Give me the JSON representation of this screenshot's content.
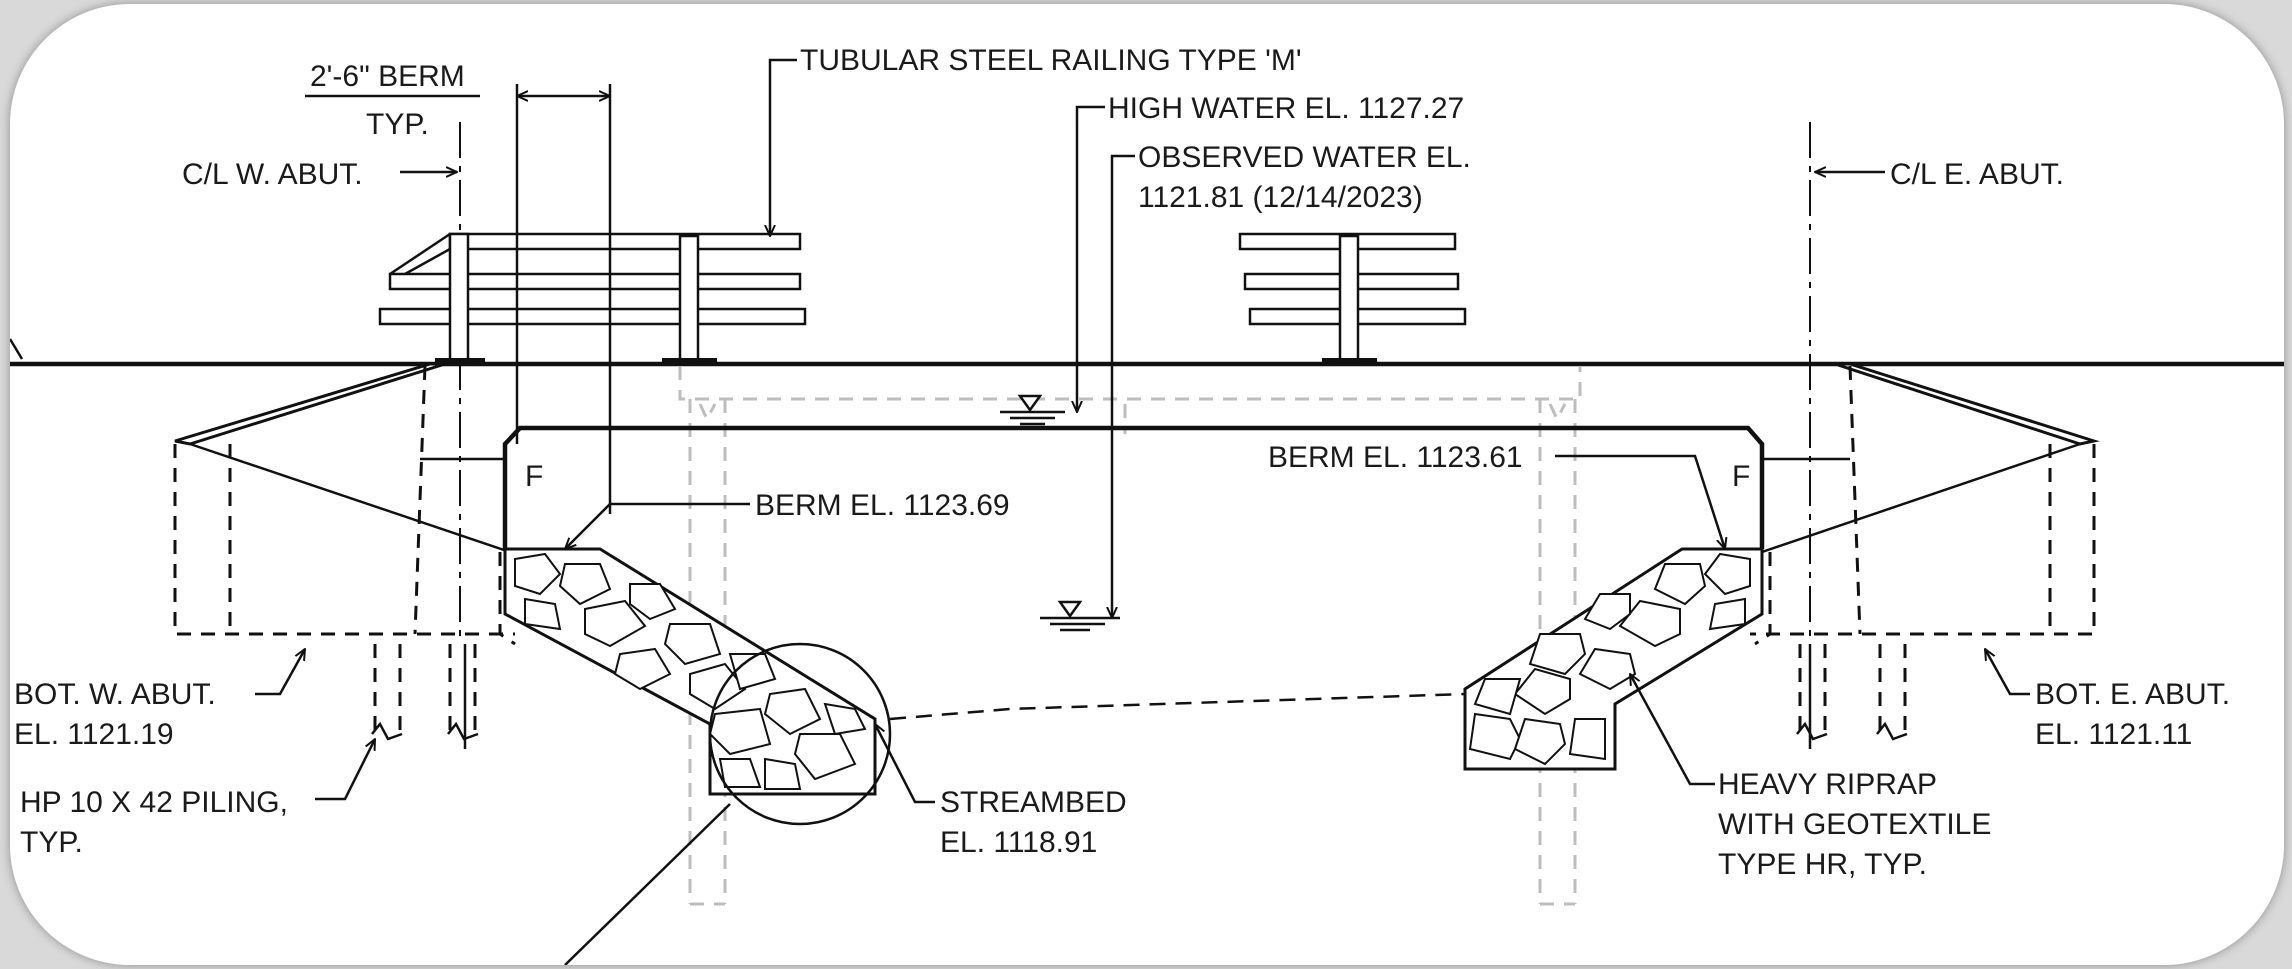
{
  "labels": {
    "berm_width": "2'-6\" BERM",
    "typ": "TYP.",
    "cl_west": "C/L W. ABUT.",
    "railing": "TUBULAR STEEL RAILING TYPE 'M'",
    "high_water": "HIGH WATER EL. 1127.27",
    "observed_water_1": "OBSERVED WATER EL.",
    "observed_water_2": "1121.81 (12/14/2023)",
    "cl_east": "C/L E. ABUT.",
    "berm_east": "BERM EL. 1123.61",
    "berm_west": "BERM EL. 1123.69",
    "fixed_west": "F",
    "fixed_east": "F",
    "bot_west_1": "BOT. W. ABUT.",
    "bot_west_2": "EL. 1121.19",
    "piling_1": "HP 10 X 42 PILING,",
    "piling_2": "TYP.",
    "streambed_1": "STREAMBED",
    "streambed_2": "EL. 1118.91",
    "riprap_1": "HEAVY RIPRAP",
    "riprap_2": "WITH GEOTEXTILE",
    "riprap_3": "TYPE HR, TYP.",
    "bot_east_1": "BOT. E. ABUT.",
    "bot_east_2": "EL. 1121.11"
  },
  "icons": {
    "water_symbol": "inverted-triangle-water-level-icon",
    "riprap_pattern": "rock-fill-pattern-icon"
  },
  "colors": {
    "line": "#111111",
    "ghost_line": "#bdbdbd",
    "background": "#ffffff"
  }
}
